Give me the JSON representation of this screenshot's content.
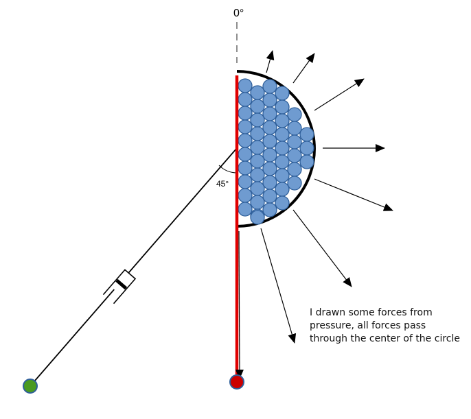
{
  "labels": {
    "top_angle": "0°",
    "pivot_angle": "45°",
    "note_lines": [
      "I drawn some forces from",
      "pressure, all forces pass",
      "through the center of the circle"
    ]
  },
  "colors": {
    "ball_fill": "#6f9bd0",
    "ball_stroke": "#2f5f9a",
    "rod": "#e00000",
    "red_point": "#cc0000",
    "green_point": "#4a9a20",
    "line": "#000000"
  },
  "icons": {
    "arrowhead": "filled-triangle",
    "damper": "dashpot"
  }
}
